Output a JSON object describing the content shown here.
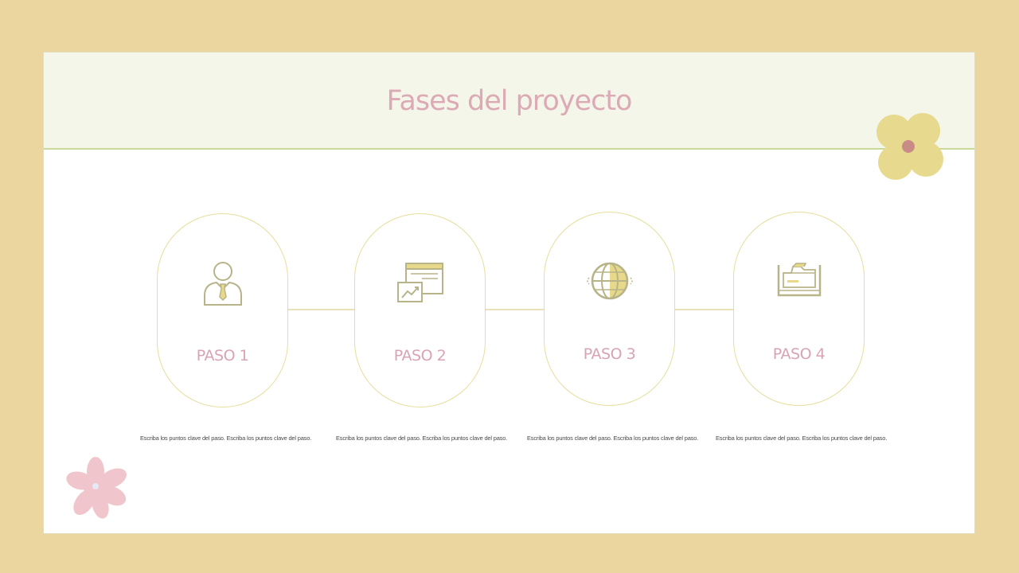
{
  "slide": {
    "title": "Fases del proyecto"
  },
  "steps": [
    {
      "label": "PASO 1",
      "icon": "businessman-icon",
      "description": "Escriba los puntos clave del paso.  Escriba los puntos clave del paso."
    },
    {
      "label": "PASO 2",
      "icon": "growth-chart-window-icon",
      "description": "Escriba los puntos clave del paso.  Escriba los puntos clave del paso."
    },
    {
      "label": "PASO 3",
      "icon": "globe-icon",
      "description": "Escriba los puntos clave del paso.  Escriba los puntos clave del paso."
    },
    {
      "label": "PASO 4",
      "icon": "folder-tray-icon",
      "description": "Escriba los puntos clave del paso.  Escriba los puntos clave del paso."
    }
  ],
  "colors": {
    "background": "#ecd69f",
    "header": "#f5f6ea",
    "title": "#dbaab5",
    "pill_border": "#e5df9d",
    "icon_stroke": "#b8b48a",
    "icon_fill": "#e8d98a",
    "yellow_flower": "#e7d98d",
    "pink_flower": "#f0c6cc"
  }
}
